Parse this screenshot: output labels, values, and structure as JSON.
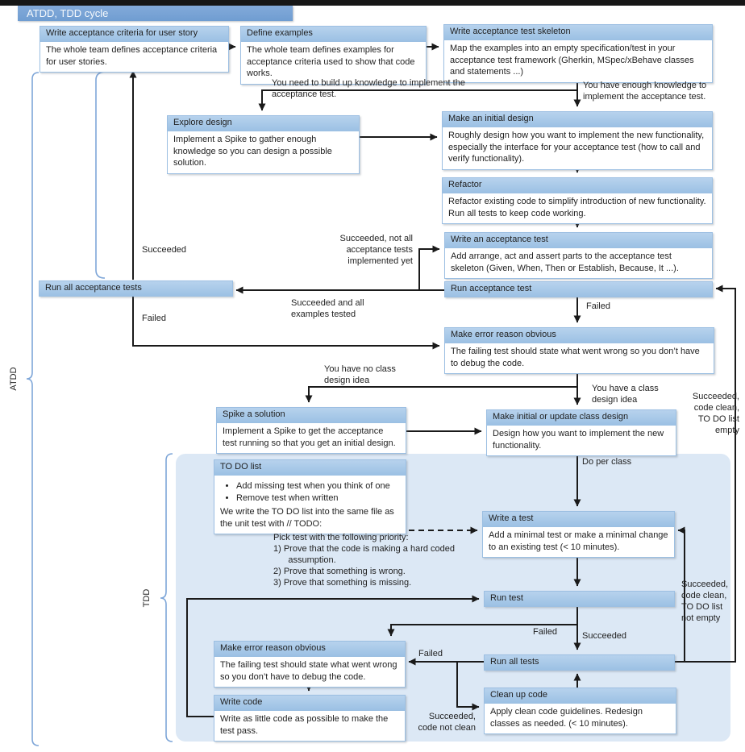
{
  "title": "ATDD, TDD cycle",
  "colors": {
    "title_bar": "#74a3d6",
    "node_header": "#a6c7e8",
    "node_border": "#9cbfe2",
    "tdd_region_fill": "#dce8f5",
    "connector": "#1a1a1a",
    "brace": "#7ea6d8"
  },
  "brackets": {
    "atdd": "ATDD",
    "tdd": "TDD"
  },
  "nodes": {
    "write_acceptance_criteria": {
      "title": "Write acceptance criteria for user story",
      "body": "The whole team defines acceptance criteria for user stories."
    },
    "define_examples": {
      "title": "Define examples",
      "body": "The whole team defines examples for acceptance criteria used to show that code works."
    },
    "write_acceptance_test_skeleton": {
      "title": "Write acceptance test skeleton",
      "body": "Map the examples into an empty specification/test in your acceptance test framework (Gherkin, MSpec/xBehave classes and statements ...)"
    },
    "explore_design": {
      "title": "Explore design",
      "body": "Implement a Spike to gather enough knowledge so you can design a possible solution."
    },
    "make_initial_design": {
      "title": "Make an initial design",
      "body": "Roughly design how you want to implement the new functionality, especially the interface for your acceptance test (how to call and verify functionality)."
    },
    "refactor": {
      "title": "Refactor",
      "body": "Refactor existing code to simplify introduction of new functionality. Run all tests to keep code working."
    },
    "write_acceptance_test": {
      "title": "Write an acceptance test",
      "body": "Add arrange, act and assert parts to the acceptance test skeleton (Given, When, Then or Establish, Because, It ...)."
    },
    "run_acceptance_test": {
      "title": "Run acceptance test"
    },
    "run_all_acceptance_tests": {
      "title": "Run all acceptance tests"
    },
    "make_error_reason_obvious_atdd": {
      "title": "Make error reason obvious",
      "body": "The failing test should state what went wrong so you don’t have to debug the code."
    },
    "spike_a_solution": {
      "title": "Spike a solution",
      "body": "Implement a Spike to get the acceptance test running so that you get an initial design."
    },
    "make_or_update_class_design": {
      "title": "Make initial or update class design",
      "body": "Design how you want to implement the new functionality."
    },
    "todo_list": {
      "title": "TO DO list",
      "bullets": [
        "Add missing test when you think of one",
        "Remove test when written"
      ],
      "note": "We write the TO DO list into the same file as the unit test with // TODO:"
    },
    "write_a_test": {
      "title": "Write a test",
      "body": "Add a minimal test or make a minimal change to an existing test (< 10 minutes)."
    },
    "run_test": {
      "title": "Run test"
    },
    "make_error_reason_obvious_tdd": {
      "title": "Make error reason obvious",
      "body": "The failing test should state what went wrong so you don’t have to debug the code."
    },
    "write_code": {
      "title": "Write code",
      "body": "Write as little code as possible to make the test pass."
    },
    "run_all_tests": {
      "title": "Run all tests"
    },
    "clean_up_code": {
      "title": "Clean up code",
      "body": "Apply clean code guidelines. Redesign classes as needed. (< 10 minutes)."
    }
  },
  "labels": {
    "need_knowledge": "You need to build up knowledge to implement the\nacceptance test.",
    "enough_knowledge": "You have enough knowledge to\nimplement the acceptance test.",
    "succeeded_top": "Succeeded",
    "failed_left": "Failed",
    "succeeded_not_all": "Succeeded, not all\nacceptance tests\nimplemented yet",
    "succeeded_all_examples": "Succeeded and all\nexamples tested",
    "failed_acceptance": "Failed",
    "no_class_idea": "You have no class\ndesign idea",
    "class_idea": "You have a class\ndesign idea",
    "succeeded_empty": "Succeeded,\ncode clean,\nTO DO list\nempty",
    "do_per_class": "Do per class",
    "pick_test": "Pick test with the following priority:\n1) Prove that the code is making a hard coded\n      assumption.\n2) Prove that something is wrong.\n3) Prove that something is missing.",
    "succeeded_not_empty": "Succeeded,\ncode clean,\nTO DO list\nnot empty",
    "failed_run_test": "Failed",
    "succeeded_run_test": "Succeeded",
    "failed_run_all": "Failed",
    "succeeded_not_clean": "Succeeded,\ncode not clean"
  }
}
